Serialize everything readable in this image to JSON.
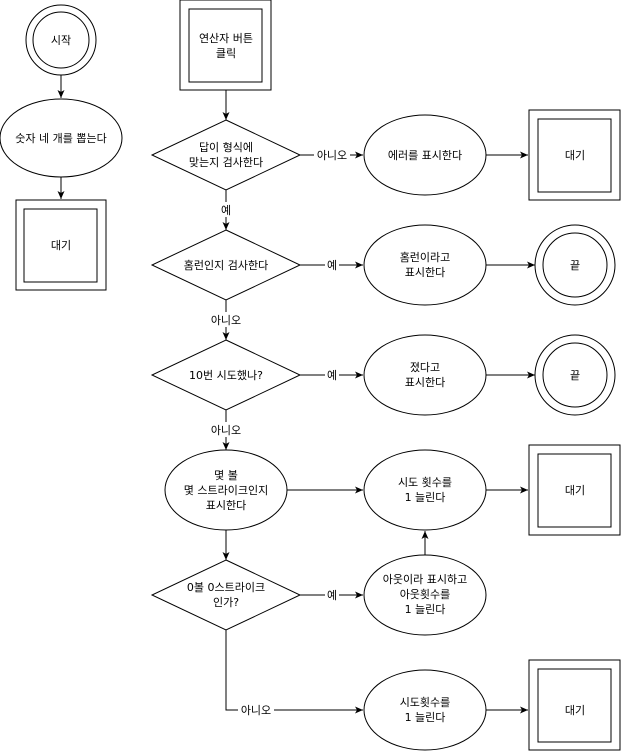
{
  "nodes": {
    "start": "시작",
    "pick": "숫자 네 개를 뽑는다",
    "wait_left": "대기",
    "click": [
      "연산자 버튼",
      "클릭"
    ],
    "check_format": [
      "답이 형식에",
      "맞는지 검사한다"
    ],
    "show_error": "에러를 표시한다",
    "wait_error": "대기",
    "check_homerun": "홈런인지 검사한다",
    "show_homerun": [
      "홈런이라고",
      "표시한다"
    ],
    "end1": "끝",
    "check_10": "10번 시도했나?",
    "show_lost": [
      "졌다고",
      "표시한다"
    ],
    "end2": "끝",
    "show_result": [
      "몇 볼",
      "몇 스트라이크인지",
      "표시한다"
    ],
    "inc_try": [
      "시도 횟수를",
      "1 늘린다"
    ],
    "wait_result": "대기",
    "check_out": [
      "0볼 0스트라이크",
      "인가?"
    ],
    "show_out": [
      "아웃이라 표시하고",
      "아웃횟수를",
      "1 늘린다"
    ],
    "inc_try2": [
      "시도횟수를",
      "1 늘린다"
    ],
    "wait_bottom": "대기"
  },
  "edge_labels": {
    "format_no": "아니오",
    "format_yes": "예",
    "homerun_yes": "예",
    "homerun_no": "아니오",
    "ten_yes": "예",
    "ten_no": "아니오",
    "out_yes": "예",
    "out_no": "아니오"
  }
}
